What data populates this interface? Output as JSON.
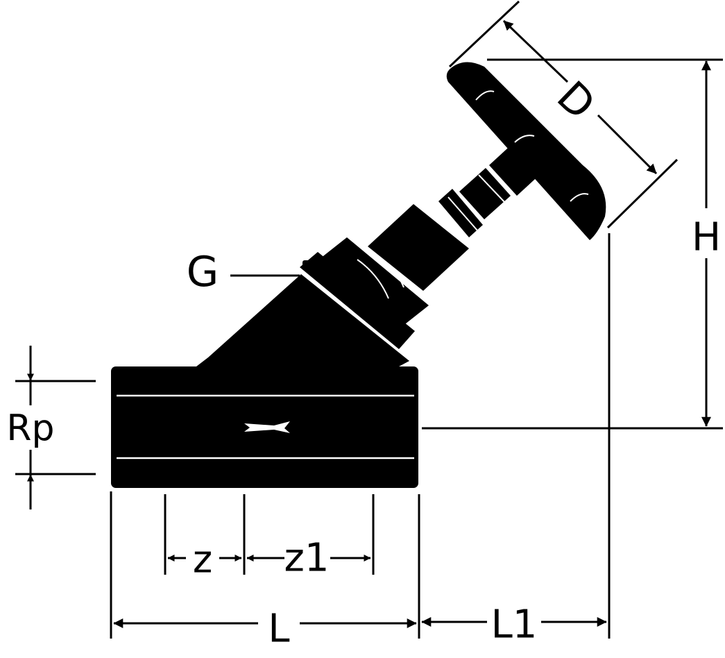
{
  "labels": {
    "d": "D",
    "h": "H",
    "g": "G",
    "rp": "Rp",
    "z": "z",
    "z1": "z1",
    "l": "L",
    "l1": "L1"
  },
  "colors": {
    "ink": "#000000",
    "paper": "#ffffff"
  }
}
